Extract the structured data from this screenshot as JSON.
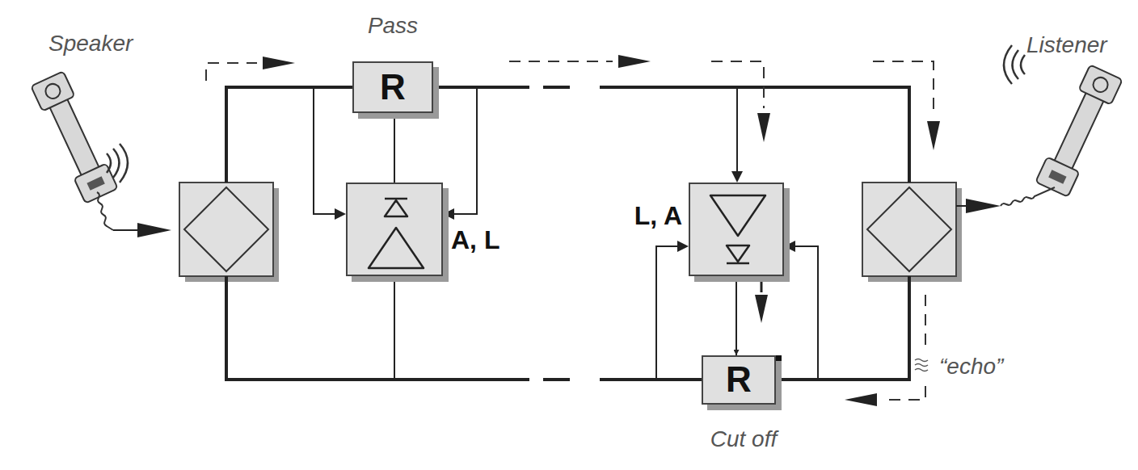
{
  "diagram": {
    "nodes": [
      {
        "text": [
          "R"
        ]
      },
      {
        "text": [
          "A, L"
        ]
      },
      {
        "text": [
          "L, A"
        ]
      },
      {
        "text": [
          "R"
        ]
      }
    ],
    "edges": [
      {
        "from": 1,
        "to": 0,
        "arrow": "to"
      },
      {
        "from": 2,
        "to": 3,
        "arrow": "to"
      }
    ],
    "labels": [
      "Speaker",
      "Pass",
      "Listener",
      "“echo”",
      "Cut off"
    ]
  }
}
